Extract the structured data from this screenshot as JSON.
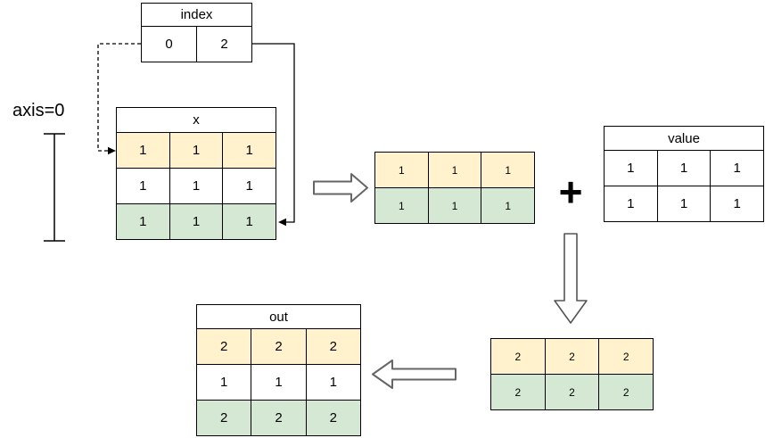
{
  "colors": {
    "yellow": "#FFF2CC",
    "green": "#D5E8D4",
    "border": "#000000",
    "arrow_outline": "#666666"
  },
  "labels": {
    "axis": "axis=0",
    "plus": "+"
  },
  "index_table": {
    "title": "index",
    "cells": [
      "0",
      "2"
    ]
  },
  "x_table": {
    "title": "x",
    "rows": [
      [
        "1",
        "1",
        "1"
      ],
      [
        "1",
        "1",
        "1"
      ],
      [
        "1",
        "1",
        "1"
      ]
    ]
  },
  "gathered_table": {
    "rows": [
      [
        "1",
        "1",
        "1"
      ],
      [
        "1",
        "1",
        "1"
      ]
    ]
  },
  "value_table": {
    "title": "value",
    "rows": [
      [
        "1",
        "1",
        "1"
      ],
      [
        "1",
        "1",
        "1"
      ]
    ]
  },
  "sum_table": {
    "rows": [
      [
        "2",
        "2",
        "2"
      ],
      [
        "2",
        "2",
        "2"
      ]
    ]
  },
  "out_table": {
    "title": "out",
    "rows": [
      [
        "2",
        "2",
        "2"
      ],
      [
        "1",
        "1",
        "1"
      ],
      [
        "2",
        "2",
        "2"
      ]
    ]
  }
}
